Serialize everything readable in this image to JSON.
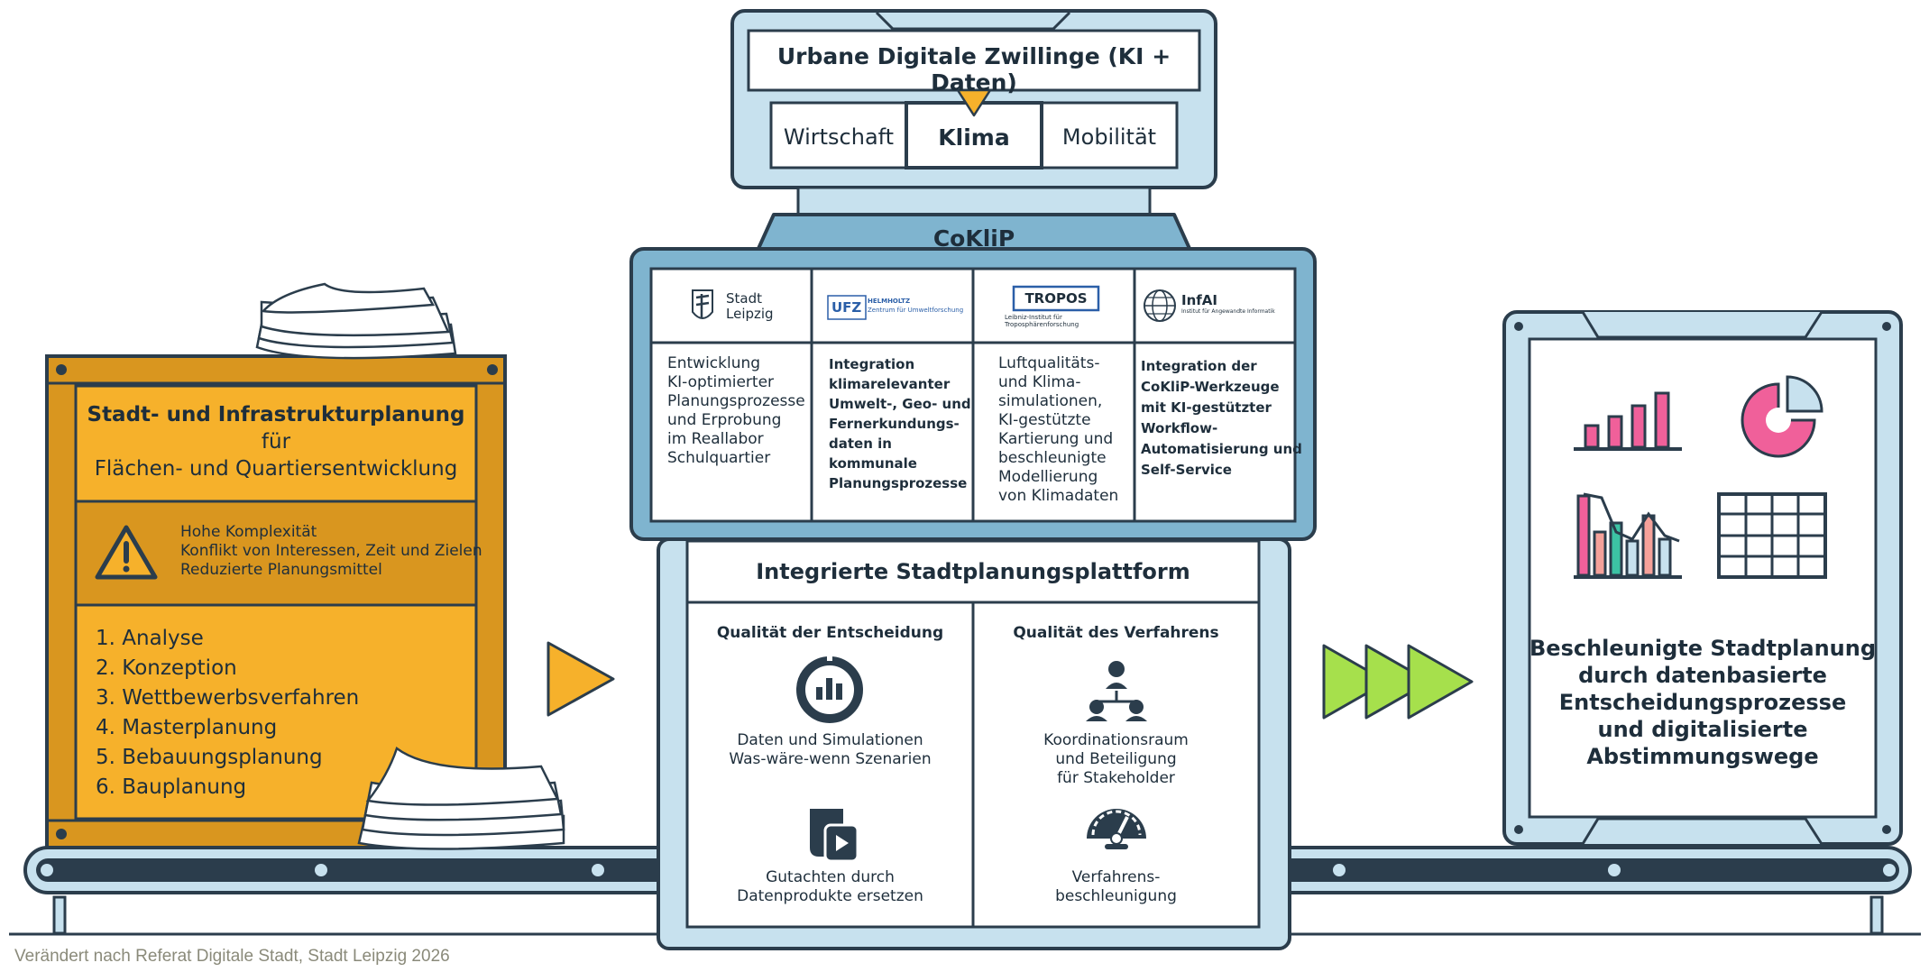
{
  "twins": {
    "title": "Urbane Digitale Zwillinge (KI + Daten)",
    "tabs": [
      {
        "label": "Wirtschaft",
        "active": false
      },
      {
        "label": "Klima",
        "active": true
      },
      {
        "label": "Mobilität",
        "active": false
      }
    ]
  },
  "coklip": {
    "title": "CoKliP",
    "partners": [
      {
        "logo_lines": [
          "Stadt",
          "Leipzig"
        ],
        "text_lines": [
          "Entwicklung",
          "KI-optimierter",
          "Planungsprozesse",
          "und Erprobung",
          "im Reallabor",
          "Schulquartier"
        ]
      },
      {
        "logo_lines": [
          "UFZ",
          "HELMHOLTZ",
          "Zentrum für Umweltforschung"
        ],
        "text_lines": [
          "Integration",
          "klimarelevanter",
          "Umwelt-, Geo- und",
          "Fernerkundungs-",
          "daten in",
          "kommunale",
          "Planungsprozesse"
        ]
      },
      {
        "logo_lines": [
          "TROPOS",
          "Leibniz-Institut für",
          "Troposphärenforschung"
        ],
        "text_lines": [
          "Luftqualitäts-",
          "und Klima-",
          "simulationen,",
          "KI-gestützte",
          "Kartierung und",
          "beschleunigte",
          "Modellierung",
          "von Klimadaten"
        ]
      },
      {
        "logo_lines": [
          "InfAI",
          "Institut für Angewandte Informatik"
        ],
        "text_lines": [
          "Integration der",
          "CoKliP-Werkzeuge",
          "mit KI-gestützter",
          "Workflow-",
          "Automatisierung und",
          "Self-Service"
        ]
      }
    ]
  },
  "platform": {
    "title": "Integrierte Stadtplanungsplattform",
    "columns": [
      {
        "heading": "Qualität der Entscheidung",
        "items": [
          {
            "icon": "data-chart-icon",
            "lines": [
              "Daten und Simulationen",
              "Was-wäre-wenn Szenarien"
            ]
          },
          {
            "icon": "document-video-icon",
            "lines": [
              "Gutachten durch",
              "Datenprodukte ersetzen"
            ]
          }
        ]
      },
      {
        "heading": "Qualität des Verfahrens",
        "items": [
          {
            "icon": "stakeholder-network-icon",
            "lines": [
              "Koordinationsraum",
              "und Beteiligung",
              "für Stakeholder"
            ]
          },
          {
            "icon": "speedometer-icon",
            "lines": [
              "Verfahrens-",
              "beschleunigung"
            ]
          }
        ]
      }
    ]
  },
  "planning": {
    "title_lines": [
      "Stadt- und Infrastrukturplanung",
      "für",
      "Flächen- und Quartiersentwicklung"
    ],
    "warnings": [
      "Hohe Komplexität",
      "Konflikt von Interessen, Zeit und Zielen",
      "Reduzierte Planungsmittel"
    ],
    "steps": [
      "1. Analyse",
      "2. Konzeption",
      "3. Wettbewerbsverfahren",
      "4. Masterplanung",
      "5. Bebauungsplanung",
      "6. Bauplanung"
    ]
  },
  "result": {
    "lines": [
      "Beschleunigte Stadtplanung",
      "durch datenbasierte",
      "Entscheidungsprozesse",
      "und digitalisierte",
      "Abstimmungswege"
    ]
  },
  "footer": "Verändert nach Referat Digitale Stadt, Stadt Leipzig 2026",
  "colors": {
    "outline": "#2b3d4c",
    "light_blue": "#c7e1ee",
    "mid_blue": "#7fb4cf",
    "orange": "#f6b12b",
    "dark_orange": "#d9961f",
    "pink": "#f0609a",
    "teal": "#3cc3a4",
    "salmon": "#f5a19a",
    "green": "#a6e04c"
  }
}
